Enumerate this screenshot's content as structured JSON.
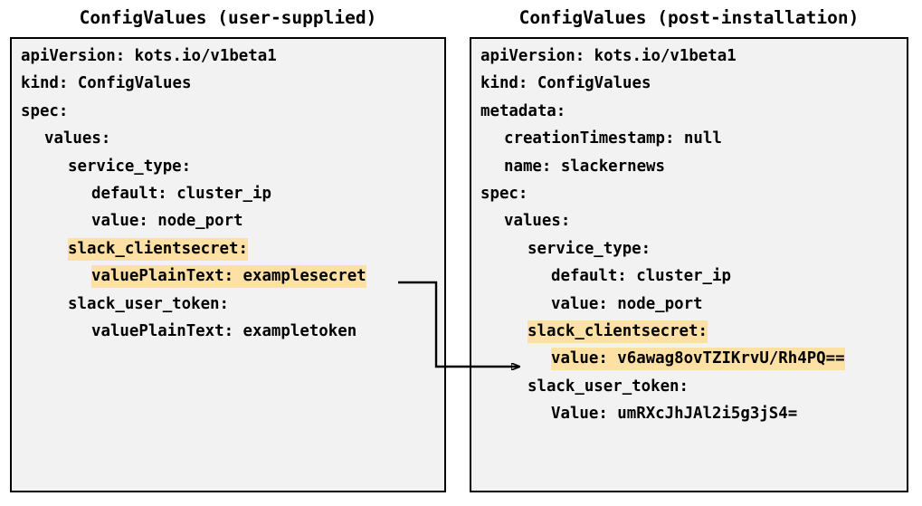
{
  "panels": [
    {
      "title": "ConfigValues (user-supplied)",
      "lines": [
        {
          "indent": 0,
          "segments": [
            {
              "text": "apiVersion: kots.io/v1beta1",
              "highlight": false
            }
          ]
        },
        {
          "indent": 0,
          "segments": [
            {
              "text": "kind: ConfigValues",
              "highlight": false
            }
          ]
        },
        {
          "indent": 0,
          "segments": [
            {
              "text": "spec:",
              "highlight": false
            }
          ]
        },
        {
          "indent": 1,
          "segments": [
            {
              "text": "values:",
              "highlight": false
            }
          ]
        },
        {
          "indent": 2,
          "segments": [
            {
              "text": "service_type:",
              "highlight": false
            }
          ]
        },
        {
          "indent": 3,
          "segments": [
            {
              "text": "default: cluster_ip",
              "highlight": false
            }
          ]
        },
        {
          "indent": 3,
          "segments": [
            {
              "text": "value: node_port",
              "highlight": false
            }
          ]
        },
        {
          "indent": 2,
          "segments": [
            {
              "text": "slack_clientsecret:",
              "highlight": true
            }
          ]
        },
        {
          "indent": 3,
          "segments": [
            {
              "text": "valuePlainText: examplesecret",
              "highlight": true
            }
          ]
        },
        {
          "indent": 2,
          "segments": [
            {
              "text": "slack_user_token:",
              "highlight": false
            }
          ]
        },
        {
          "indent": 3,
          "segments": [
            {
              "text": "valuePlainText: exampletoken",
              "highlight": false
            }
          ]
        }
      ]
    },
    {
      "title": "ConfigValues (post-installation)",
      "lines": [
        {
          "indent": 0,
          "segments": [
            {
              "text": "apiVersion: kots.io/v1beta1",
              "highlight": false
            }
          ]
        },
        {
          "indent": 0,
          "segments": [
            {
              "text": "kind: ConfigValues",
              "highlight": false
            }
          ]
        },
        {
          "indent": 0,
          "segments": [
            {
              "text": "metadata:",
              "highlight": false
            }
          ]
        },
        {
          "indent": 1,
          "segments": [
            {
              "text": "creationTimestamp: null",
              "highlight": false
            }
          ]
        },
        {
          "indent": 1,
          "segments": [
            {
              "text": "name: slackernews",
              "highlight": false
            }
          ]
        },
        {
          "indent": 0,
          "segments": [
            {
              "text": "spec:",
              "highlight": false
            }
          ]
        },
        {
          "indent": 1,
          "segments": [
            {
              "text": "values:",
              "highlight": false
            }
          ]
        },
        {
          "indent": 2,
          "segments": [
            {
              "text": "service_type:",
              "highlight": false
            }
          ]
        },
        {
          "indent": 3,
          "segments": [
            {
              "text": "default: cluster_ip",
              "highlight": false
            }
          ]
        },
        {
          "indent": 3,
          "segments": [
            {
              "text": "value: node_port",
              "highlight": false
            }
          ]
        },
        {
          "indent": 2,
          "segments": [
            {
              "text": "slack_clientsecret:",
              "highlight": true
            }
          ]
        },
        {
          "indent": 3,
          "segments": [
            {
              "text": "value: v6awag8ovTZIKrvU/Rh4PQ==",
              "highlight": true
            }
          ]
        },
        {
          "indent": 2,
          "segments": [
            {
              "text": "slack_user_token:",
              "highlight": false
            }
          ]
        },
        {
          "indent": 3,
          "segments": [
            {
              "text": "Value: umRXcJhJAl2i5g3jS4=",
              "highlight": false
            }
          ]
        }
      ]
    }
  ],
  "connector": {
    "label": "maps-to-arrow",
    "from": "valuePlainText: examplesecret",
    "to": "value: v6awag8ovTZIKrvU/Rh4PQ=="
  },
  "colors": {
    "highlight": "#fce0a4",
    "panel_background": "#f2f2f2",
    "panel_border": "#000000",
    "text": "#000000",
    "page_background": "#ffffff"
  }
}
